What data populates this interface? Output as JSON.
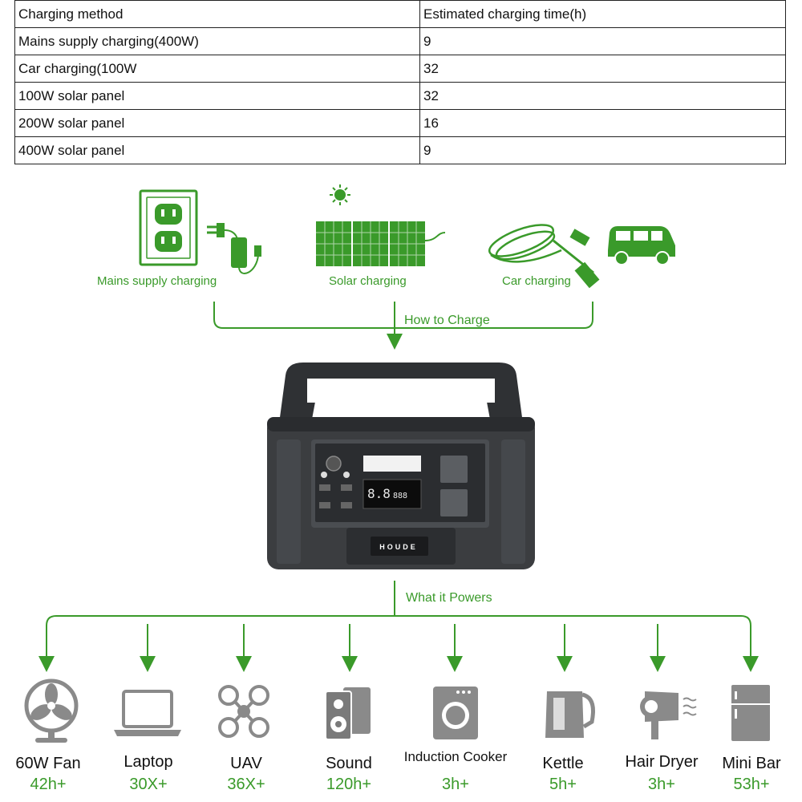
{
  "table": {
    "headers": [
      "Charging method",
      "Estimated charging time(h)"
    ],
    "rows": [
      [
        "Mains supply charging(400W)",
        "9"
      ],
      [
        "Car charging(100W",
        "32"
      ],
      [
        "100W solar panel",
        "32"
      ],
      [
        "200W solar panel",
        "16"
      ],
      [
        "400W solar panel",
        "9"
      ]
    ]
  },
  "charge_methods": {
    "mains": "Mains supply charging",
    "solar": "Solar charging",
    "car": "Car charging"
  },
  "how_to_charge": "How to Charge",
  "what_it_powers": "What it Powers",
  "brand": "HOUDE",
  "appliances": [
    {
      "name": "60W Fan",
      "time": "42h+",
      "icon": "fan-icon"
    },
    {
      "name": "Laptop",
      "time": "30X+",
      "icon": "laptop-icon"
    },
    {
      "name": "UAV",
      "time": "36X+",
      "icon": "drone-icon"
    },
    {
      "name": "Sound",
      "time": "120h+",
      "icon": "speaker-icon"
    },
    {
      "name": "Induction Cooker",
      "time": "3h+",
      "icon": "induction-cooker-icon"
    },
    {
      "name": "Kettle",
      "time": "5h+",
      "icon": "kettle-icon"
    },
    {
      "name": "Hair Dryer",
      "time": "3h+",
      "icon": "hair-dryer-icon"
    },
    {
      "name": "Mini Bar",
      "time": "53h+",
      "icon": "mini-bar-icon"
    }
  ],
  "colors": {
    "accent": "#3a9a2a",
    "device_body": "#3b3d40",
    "icon_gray": "#8a8a8a"
  }
}
